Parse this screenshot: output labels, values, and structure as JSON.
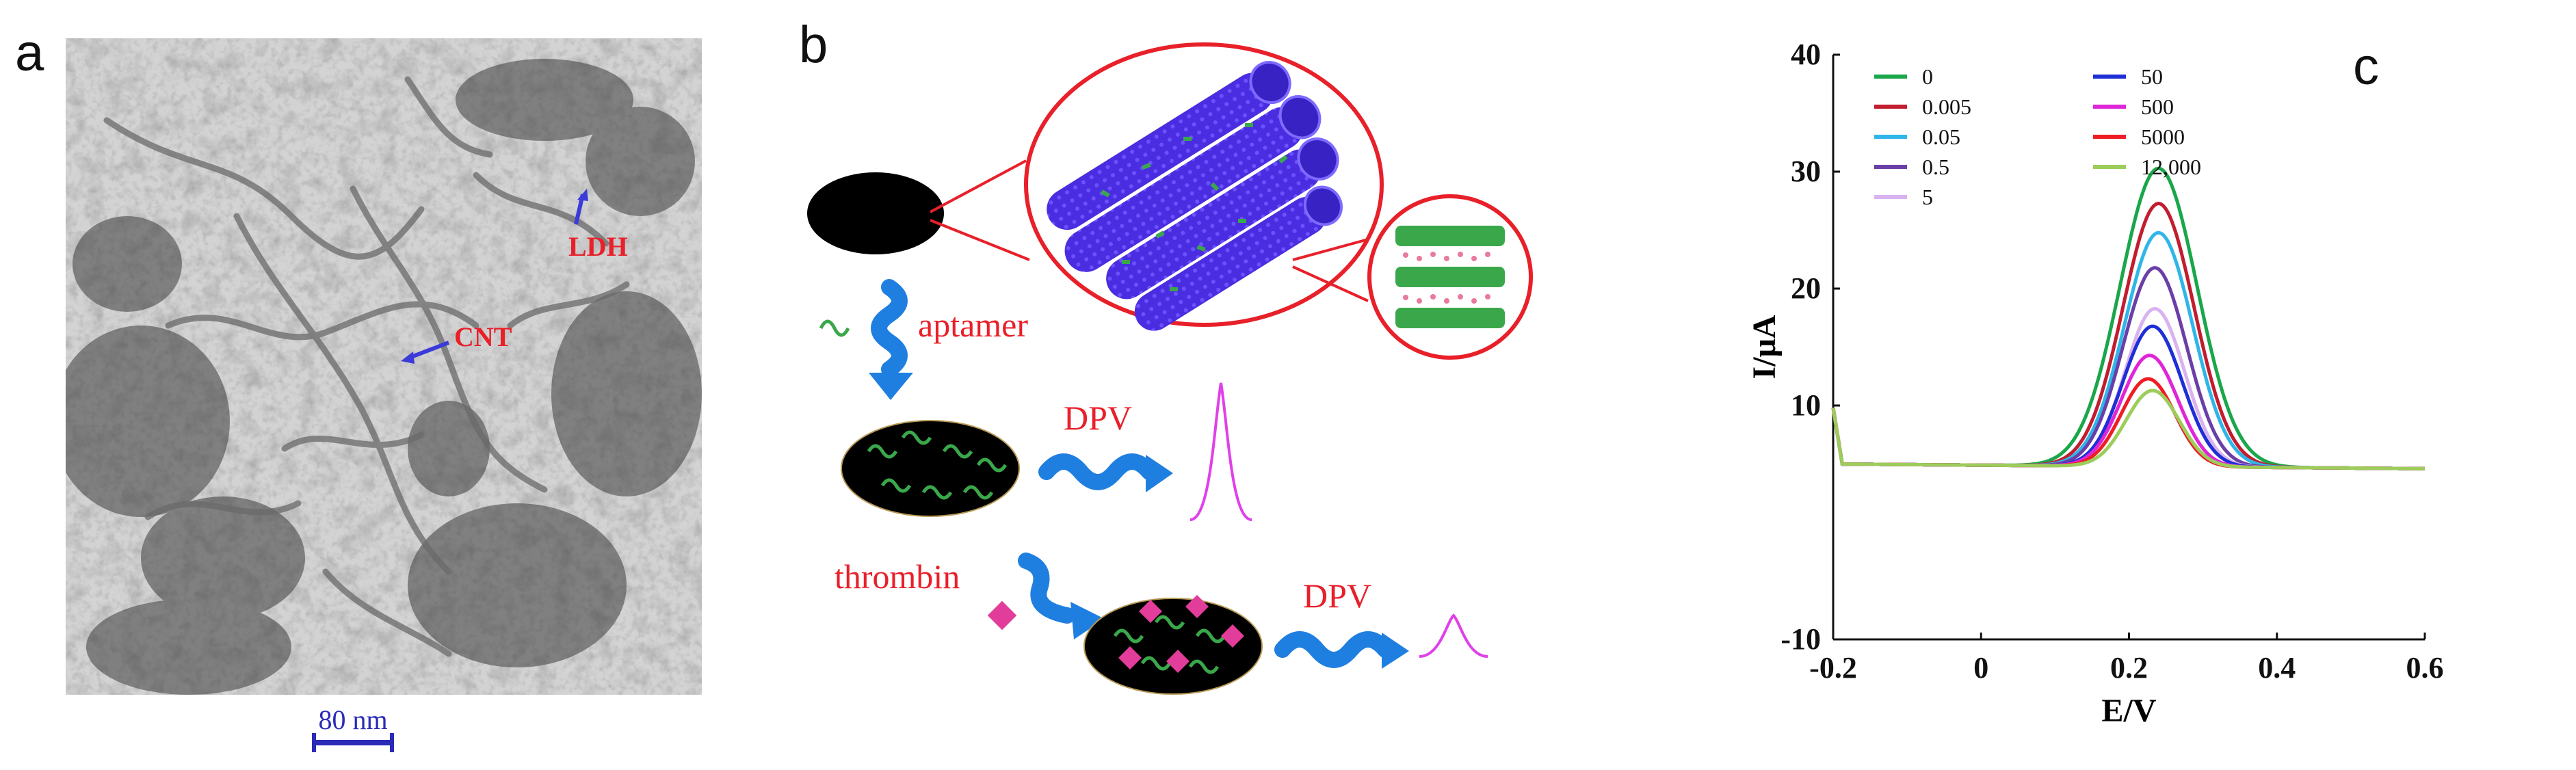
{
  "panels": {
    "a": {
      "letter": "a"
    },
    "b": {
      "letter": "b"
    },
    "c": {
      "letter": "c"
    }
  },
  "tem": {
    "labels": {
      "ldh": "LDH",
      "cnt": "CNT"
    },
    "scale_bar": "80 nm",
    "arrow_color": "#3b3bd9",
    "label_color": "#e8202a"
  },
  "schematic": {
    "labels": {
      "aptamer": "aptamer",
      "dpv1": "DPV",
      "thrombin": "thrombin",
      "dpv2": "DPV"
    },
    "colors": {
      "arrow": "#1f7fe0",
      "text": "#e8202a",
      "ring": "#e8202a",
      "tube": "#4a2de0",
      "peak": "#e040e8",
      "thrombin": "#e23d9a",
      "aptamer": "#3aa84a"
    }
  },
  "chart_data": {
    "type": "line",
    "xlabel": "E/V",
    "ylabel": "I/μA",
    "xlim": [
      -0.2,
      0.6
    ],
    "ylim": [
      -10,
      40
    ],
    "xticks": [
      -0.2,
      0,
      0.2,
      0.4,
      0.6
    ],
    "xtick_labels": [
      "-0.2",
      "0",
      "0.2",
      "0.4",
      "0.6"
    ],
    "yticks": [
      -10,
      10,
      20,
      30,
      40
    ],
    "ytick_labels": [
      "-10",
      "10",
      "20",
      "30",
      "40"
    ],
    "grid": false,
    "legend_position": "top-left",
    "baseline": 5,
    "series": [
      {
        "name": "0",
        "color": "#1aa64a",
        "peak_x": 0.24,
        "peak_y": 30.5,
        "width": 0.052
      },
      {
        "name": "0.005",
        "color": "#c21d2e",
        "peak_x": 0.24,
        "peak_y": 27.5,
        "width": 0.048
      },
      {
        "name": "0.05",
        "color": "#2fb6e8",
        "peak_x": 0.24,
        "peak_y": 25.0,
        "width": 0.046
      },
      {
        "name": "0.5",
        "color": "#6a3fa8",
        "peak_x": 0.235,
        "peak_y": 22.0,
        "width": 0.043
      },
      {
        "name": "5",
        "color": "#d9b3f0",
        "peak_x": 0.235,
        "peak_y": 18.5,
        "width": 0.04
      },
      {
        "name": "50",
        "color": "#1e2fd6",
        "peak_x": 0.232,
        "peak_y": 17.0,
        "width": 0.04
      },
      {
        "name": "500",
        "color": "#e025d8",
        "peak_x": 0.228,
        "peak_y": 14.5,
        "width": 0.038
      },
      {
        "name": "5000",
        "color": "#f01c24",
        "peak_x": 0.226,
        "peak_y": 12.5,
        "width": 0.036
      },
      {
        "name": "12,000",
        "color": "#9ccd5a",
        "peak_x": 0.232,
        "peak_y": 11.5,
        "width": 0.036
      }
    ]
  }
}
